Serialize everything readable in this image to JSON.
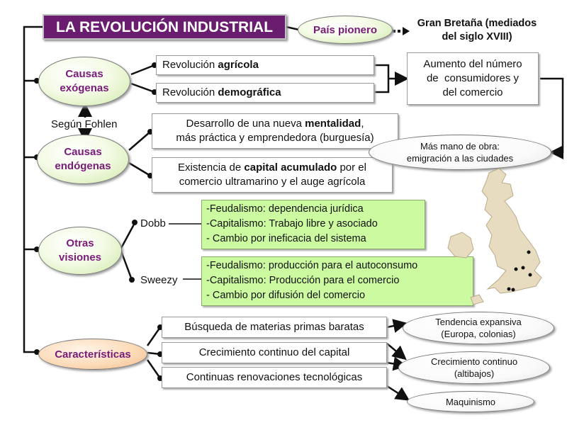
{
  "title": "LA REVOLUCIÓN INDUSTRIAL",
  "pioneer": {
    "label": "País pionero",
    "text_line1": "Gran Bretaña (mediados",
    "text_line2": "del siglo XVIII)"
  },
  "exogenous": {
    "label_line1": "Causas",
    "label_line2": "exógenas",
    "agricola_pre": "Revolución ",
    "agricola_bold": "agrícola",
    "demografica_pre": "Revolución ",
    "demografica_bold": "demográfica",
    "result_line1": "Aumento del número",
    "result_line2": "de  consumidores y",
    "result_line3": "del comercio"
  },
  "fohlen": "Según Fohlen",
  "endogenous": {
    "label_line1": "Causas",
    "label_line2": "endógenas",
    "mentalidad_pre": "Desarrollo de una nueva ",
    "mentalidad_bold": "mentalidad",
    "mentalidad_post": ",",
    "mentalidad_line2": "más práctica y emprendedora (burguesía)",
    "capital_pre": "Existencia de ",
    "capital_bold": "capital acumulado",
    "capital_post": " por el",
    "capital_line2": "comercio ultramarino y el auge agrícola",
    "labor_line1": "Más mano de obra:",
    "labor_line2": "emigración a las ciudades"
  },
  "other": {
    "label_line1": "Otras",
    "label_line2": "visiones",
    "dobb": {
      "name": "Dobb",
      "lines": [
        "-Feudalismo: dependencia jurídica",
        "-Capitalismo: Trabajo libre y asociado",
        "- Cambio por ineficacia del sistema"
      ]
    },
    "sweezy": {
      "name": "Sweezy",
      "lines": [
        "-Feudalismo: producción para el autoconsumo",
        "-Capitalismo: Producción para el comercio",
        "- Cambio por difusión del comercio"
      ]
    }
  },
  "characteristics": {
    "label": "Características",
    "items": [
      "Búsqueda de materias primas baratas",
      "Crecimiento continuo del capital",
      "Continuas renovaciones tecnológicas"
    ],
    "results": [
      {
        "line1": "Tendencia expansiva",
        "line2": "(Europa, colonias)"
      },
      {
        "line1": "Crecimiento continuo",
        "line2": "(altibajos)"
      },
      {
        "line1": "Maquinismo",
        "line2": ""
      }
    ]
  },
  "colors": {
    "title_bg": "#6a1d6f",
    "pill_green": "#cfe9a8",
    "pill_orange": "#f3b788",
    "box_green": "#ccfaa0",
    "label_text": "#7a1b7a",
    "map_fill": "#e8dcc0"
  },
  "icons": [
    "map-of-great-britain"
  ]
}
